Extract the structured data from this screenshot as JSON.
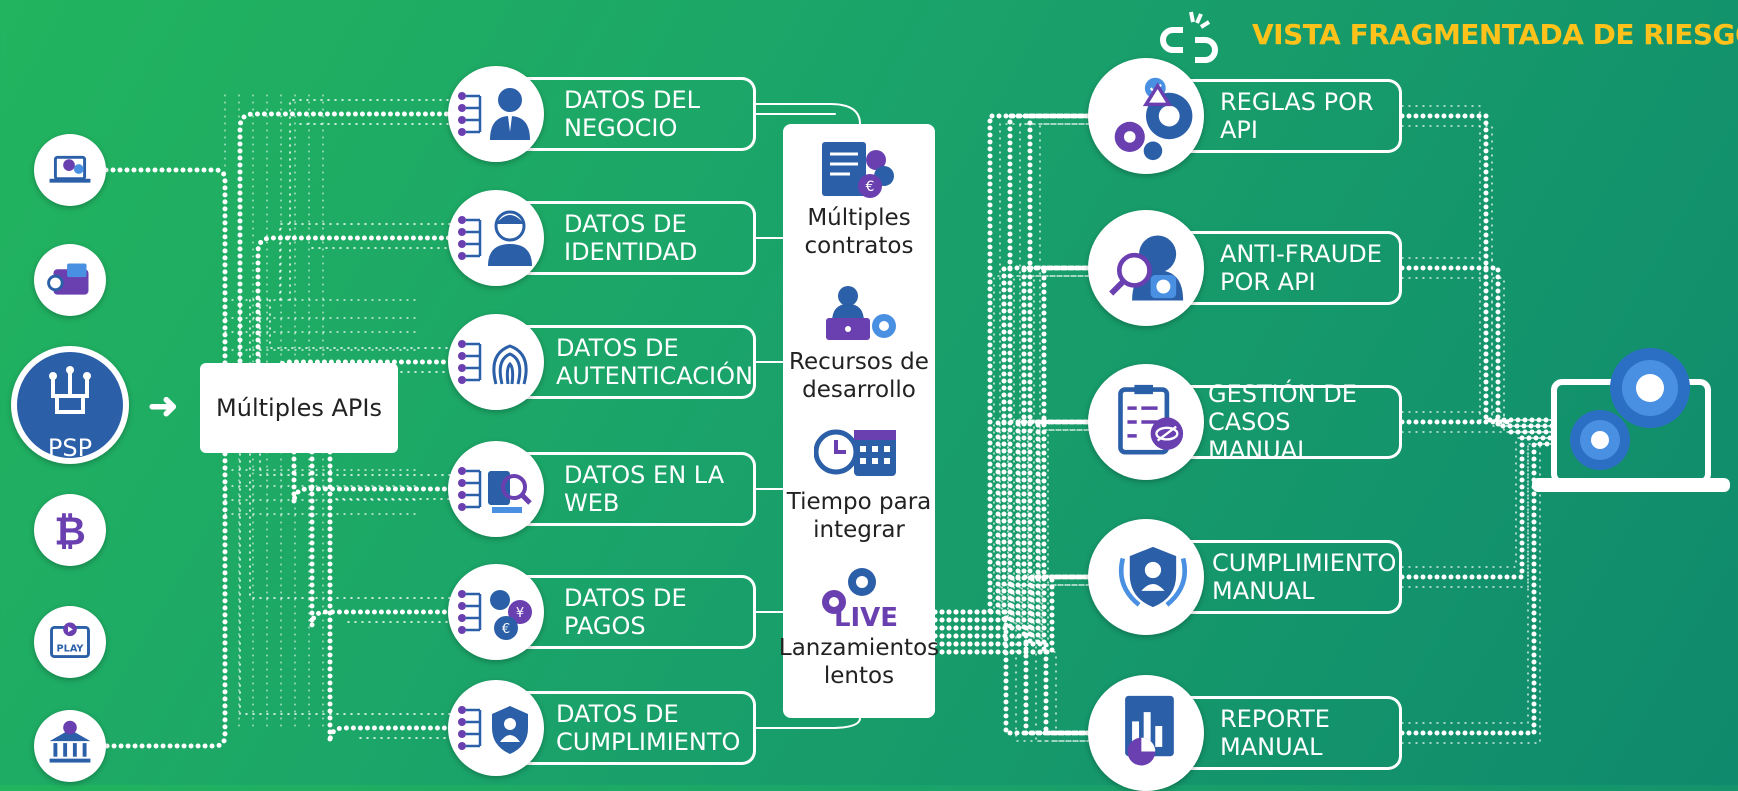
{
  "title": "VISTA FRAGMENTADA DE RIESGO",
  "colors": {
    "accent": "#ffc21a",
    "icon_blue": "#2b5fa8",
    "icon_purple": "#6a3fb0",
    "white": "#ffffff"
  },
  "left_channels": [
    {
      "icon": "laptop-payment-icon"
    },
    {
      "icon": "e-wallet-icon"
    },
    {
      "icon": "psp-circuit-icon",
      "label": "PSP"
    },
    {
      "icon": "bitcoin-icon"
    },
    {
      "icon": "play-store-icon",
      "label": "PLAY"
    },
    {
      "icon": "bank-icon"
    }
  ],
  "api_box": {
    "label": "Múltiples APIs"
  },
  "data_sources": [
    {
      "line1": "DATOS DEL",
      "line2": "NEGOCIO",
      "icon": "business-person-icon"
    },
    {
      "line1": "DATOS DE",
      "line2": "IDENTIDAD",
      "icon": "identity-user-icon"
    },
    {
      "line1": "DATOS DE",
      "line2": "AUTENTICACIÓN",
      "icon": "fingerprint-icon"
    },
    {
      "line1": "DATOS EN LA",
      "line2": "WEB",
      "icon": "web-search-icon"
    },
    {
      "line1": "DATOS DE",
      "line2": "PAGOS",
      "icon": "currency-coins-icon"
    },
    {
      "line1": "DATOS DE",
      "line2": "CUMPLIMIENTO",
      "icon": "shield-user-icon"
    }
  ],
  "challenges": [
    {
      "line1": "Múltiples",
      "line2": "contratos",
      "icon": "contracts-coins-icon"
    },
    {
      "line1": "Recursos de",
      "line2": "desarrollo",
      "icon": "developer-laptop-icon"
    },
    {
      "line1": "Tiempo para",
      "line2": "integrar",
      "icon": "clock-calendar-icon"
    },
    {
      "line1": "Lanzamientos",
      "line2": "lentos",
      "icon": "gear-live-icon",
      "badge": "LIVE"
    }
  ],
  "risk_tools": [
    {
      "line1": "REGLAS POR",
      "line2": "API",
      "icon": "rules-gears-icon"
    },
    {
      "line1": "ANTI-FRAUDE",
      "line2": "POR API",
      "icon": "anti-fraud-icon"
    },
    {
      "line1": "GESTIÓN DE",
      "line2": "CASOS MANUAL",
      "icon": "case-checklist-icon"
    },
    {
      "line1": "CUMPLIMIENTO",
      "line2": "MANUAL",
      "icon": "compliance-badge-icon"
    },
    {
      "line1": "REPORTE",
      "line2": "MANUAL",
      "icon": "report-chart-icon"
    }
  ],
  "destination": {
    "icon": "laptop-gears-icon"
  },
  "title_icon": "broken-link-icon"
}
